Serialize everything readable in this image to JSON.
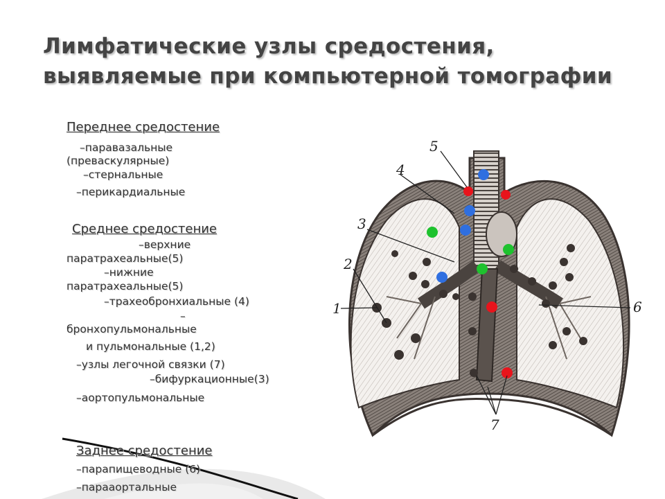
{
  "title": {
    "line1": "Лимфатические узлы средостения,",
    "line2": "выявляемые при компьютерной томографии"
  },
  "sections": {
    "anterior": {
      "heading": "Переднее средостение",
      "items": [
        "–паравазальные",
        "(преваскулярные)",
        "–стернальные",
        "–перикардиальные"
      ]
    },
    "middle": {
      "heading": "Среднее средостение",
      "items": [
        "–верхние",
        "паратрахеальные(5)",
        "–нижние",
        "паратрахеальные(5)",
        "–трахеобронхиальные (4)",
        "–",
        "бронхопульмональные",
        "и пульмональные (1,2)",
        "–узлы легочной связки (7)",
        "–бифуркационные(3)",
        "–аортопульмональные"
      ]
    },
    "posterior": {
      "heading": "Заднее средостение",
      "items": [
        "–парапищеводные (6)",
        "–парааортальные"
      ]
    }
  },
  "diagram": {
    "labels": [
      "1",
      "2",
      "3",
      "4",
      "5",
      "6",
      "7"
    ],
    "marker_colors": {
      "red": "#e8141c",
      "blue": "#2f6fe0",
      "green": "#1ec22e",
      "node": "#3a3330"
    }
  }
}
